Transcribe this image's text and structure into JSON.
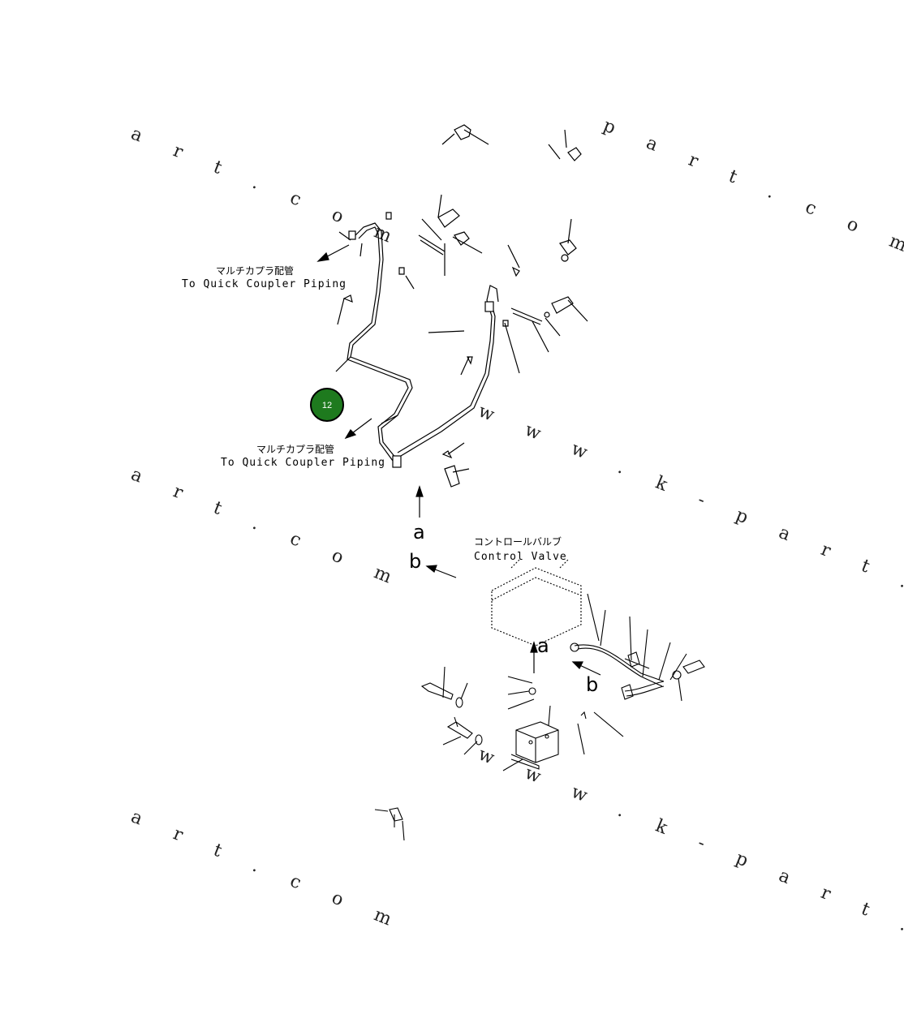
{
  "watermarks": {
    "wm1": "a r t . c o m",
    "wm2": "p a r t . c o m",
    "wm3": "w w w . k - p a r t . c o m",
    "wm4": "a r t . c o m",
    "wm5": "a r t . c o m",
    "wm6": "w w w . k - p a r t . c o m"
  },
  "labels": {
    "quick_coupler_jp_1": "マルチカプラ配管",
    "quick_coupler_en_1": "To Quick Coupler Piping",
    "quick_coupler_jp_2": "マルチカプラ配管",
    "quick_coupler_en_2": "To Quick Coupler Piping",
    "control_valve_jp": "コントロールバルブ",
    "control_valve_en": "Control Valve",
    "view_a_1": "a",
    "view_b_1": "b",
    "view_a_2": "a",
    "view_b_2": "b"
  },
  "callout": {
    "number": "12",
    "color": "#1e7a1e"
  }
}
